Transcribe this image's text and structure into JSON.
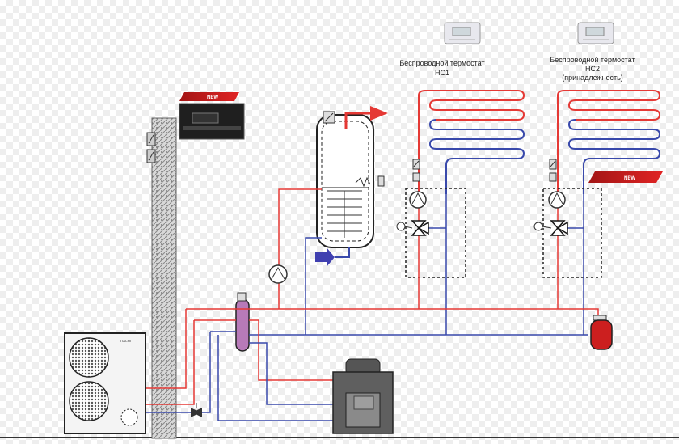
{
  "thermostats": [
    {
      "line1": "Беспроводной термостат",
      "line2": "НС1",
      "line3": ""
    },
    {
      "line1": "Беспроводной термостат",
      "line2": "НС2",
      "line3": "(принадлежность)"
    }
  ],
  "badges": {
    "controller": "NEW",
    "zone2": "NEW"
  },
  "outdoor_unit": {
    "brand": "ITACHI"
  },
  "colors": {
    "supply": "#e53935",
    "return": "#3949ab",
    "dhw_out": "#e53935",
    "cold_in": "#3f3fb0",
    "tank": "#cc1f1f"
  }
}
